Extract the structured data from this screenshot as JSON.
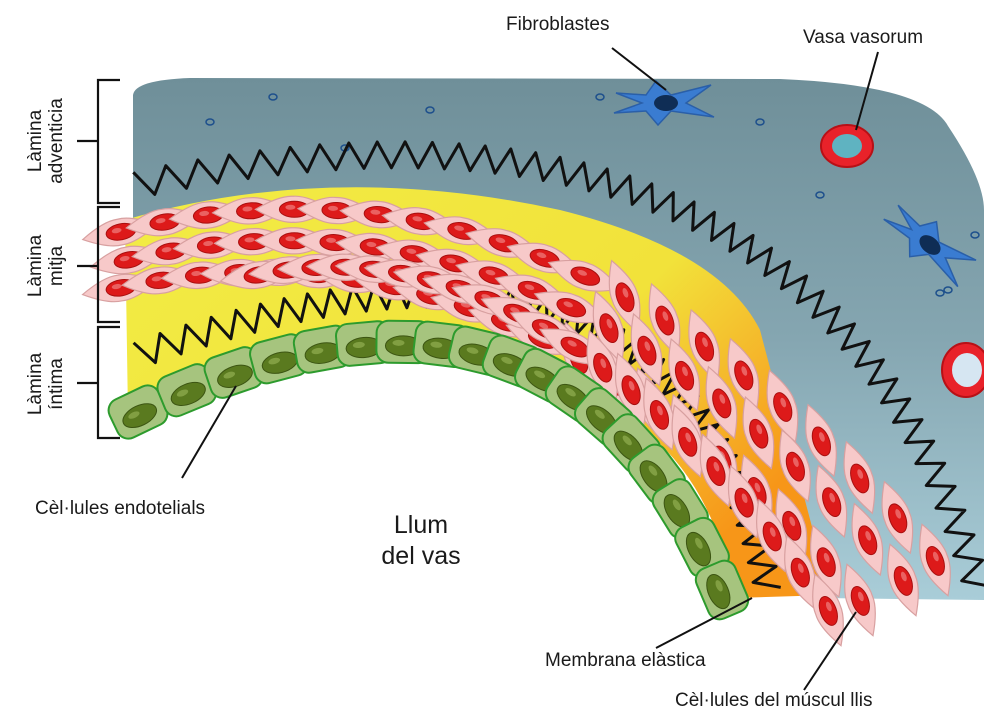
{
  "labels": {
    "fibroblasts": "Fibroblastes",
    "vasa_vasorum": "Vasa vasorum",
    "adventitia": [
      "Làmina",
      "adventicia"
    ],
    "media": [
      "Làmina",
      "mitja"
    ],
    "intima": [
      "Làmina",
      "íntima"
    ],
    "endothelial": "Cèl·lules endotelials",
    "lumen": [
      "Llum",
      "del vas"
    ],
    "elastic_membrane": "Membrana elàstica",
    "smooth_muscle": "Cèl·lules del múscul llis"
  },
  "colors": {
    "adventitia": "#7b9aa6",
    "media_intima": "#f3ec3a",
    "intima_orange": "#f7a11a",
    "endothelium": "#a6c47e",
    "endothelium_nucleus": "#5a7a1f",
    "muscle_cell": "#f7c9c9",
    "muscle_nucleus": "#dd1a1a",
    "fibroblast": "#3a7cd1",
    "vessel_wall": "#e8222a",
    "vessel_lumen": "#5fb3c1",
    "elastic_fiber": "#111111"
  }
}
